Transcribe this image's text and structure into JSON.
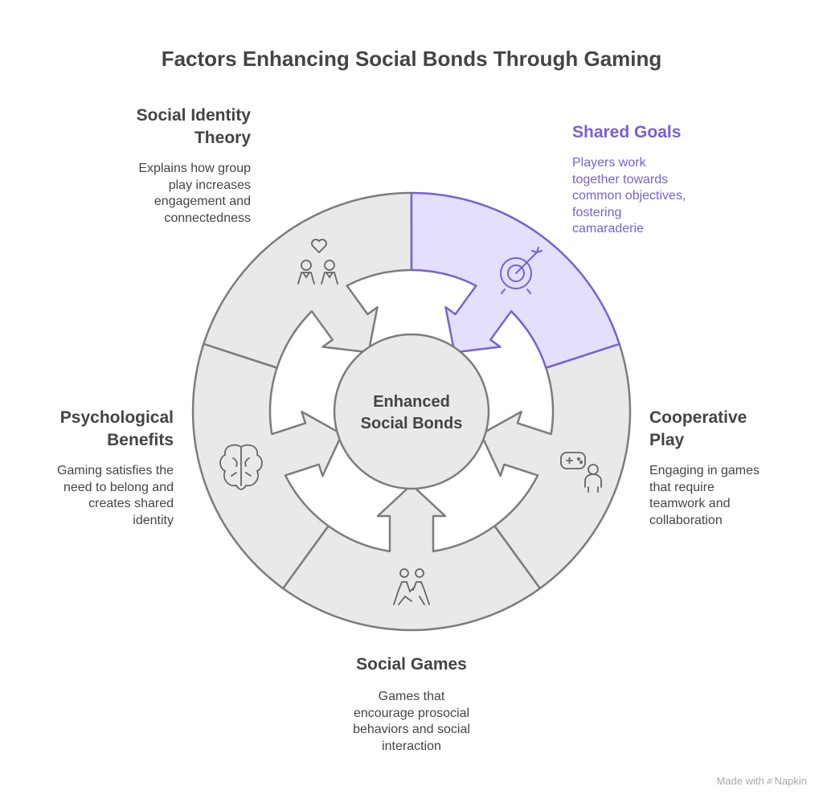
{
  "title": "Factors Enhancing Social Bonds Through Gaming",
  "center": {
    "lines": [
      "Enhanced",
      "Social Bonds"
    ]
  },
  "factors": [
    {
      "heading": [
        "Social Identity",
        "Theory"
      ],
      "description": [
        "Explains how group",
        "play increases",
        "engagement and",
        "connectedness"
      ],
      "icon": "people-heart-icon",
      "highlighted": false
    },
    {
      "heading": [
        "Shared Goals"
      ],
      "description": [
        "Players work",
        "together towards",
        "common objectives,",
        "fostering",
        "camaraderie"
      ],
      "icon": "target-icon",
      "highlighted": true
    },
    {
      "heading": [
        "Cooperative",
        "Play"
      ],
      "description": [
        "Engaging in games",
        "that require",
        "teamwork and",
        "collaboration"
      ],
      "icon": "gamepad-person-icon",
      "highlighted": false
    },
    {
      "heading": [
        "Social Games"
      ],
      "description": [
        "Games that",
        "encourage prosocial",
        "behaviors and social",
        "interaction"
      ],
      "icon": "people-playing-icon",
      "highlighted": false
    },
    {
      "heading": [
        "Psychological",
        "Benefits"
      ],
      "description": [
        "Gaming satisfies the",
        "need to belong and",
        "creates shared",
        "identity"
      ],
      "icon": "brain-icon",
      "highlighted": false
    }
  ],
  "footer": {
    "made_with": "Made with",
    "brand": "Napkin"
  },
  "colors": {
    "segment_fill": "#e9e9e9",
    "segment_stroke": "#7c7c7c",
    "highlight_fill": "#e4e0fc",
    "highlight_stroke": "#7760d8",
    "text": "#444444"
  }
}
